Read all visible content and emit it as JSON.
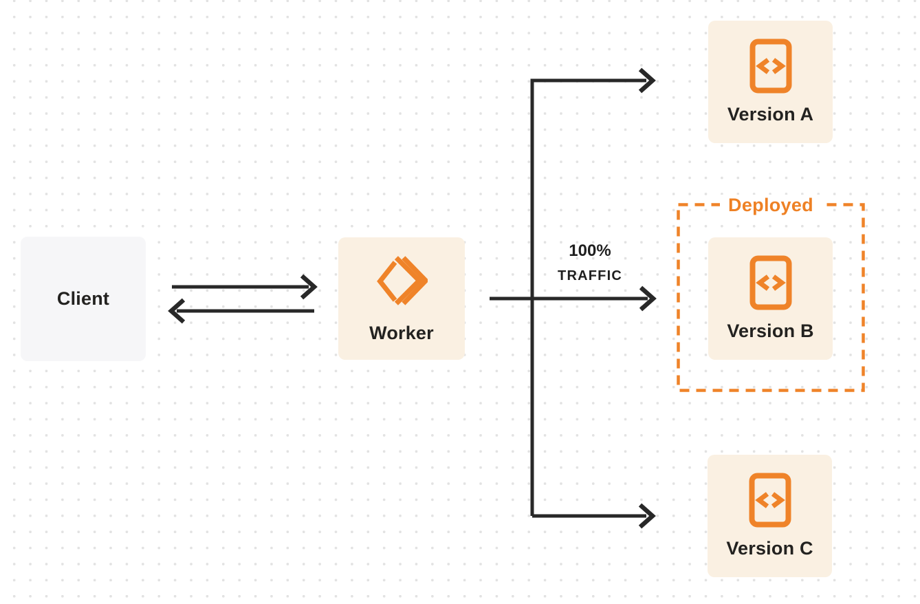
{
  "colors": {
    "accent_orange": "#ef8329",
    "deployed_text_orange": "#ee8125",
    "node_cream_bg": "#faf0e2",
    "client_gray_bg": "#f6f6f8",
    "connector_dark": "#282828",
    "label_dark": "#232220",
    "dot_grid": "#e2e2e2",
    "page_bg": "#ffffff"
  },
  "nodes": {
    "client": {
      "label": "Client"
    },
    "worker": {
      "label": "Worker"
    },
    "version_a": {
      "label": "Version A"
    },
    "version_b": {
      "label": "Version B"
    },
    "version_c": {
      "label": "Version C"
    }
  },
  "annotations": {
    "traffic_percent": "100%",
    "traffic_word": "TRAFFIC",
    "deployed_label": "Deployed"
  },
  "icons": {
    "worker_logo": "cloudflare-workers-chevrons-logo",
    "version_icon": "code-document-icon"
  }
}
